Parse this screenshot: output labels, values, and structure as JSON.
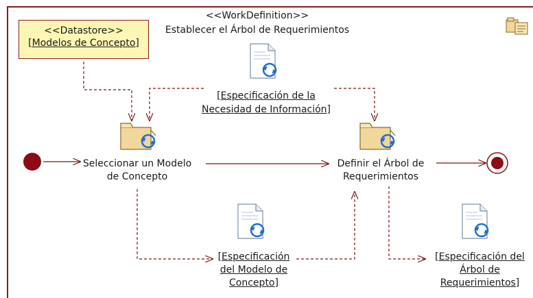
{
  "diagram": {
    "stereotype": "<<WorkDefinition>>",
    "title": "Establecer el Árbol de Requerimientos",
    "datastore": {
      "stereotype": "<<Datastore>>",
      "name": "[Modelos de Concepto]"
    },
    "activities": [
      {
        "label_line1": "Seleccionar un Modelo",
        "label_line2": "de Concepto"
      },
      {
        "label_line1": "Definir el Árbol de",
        "label_line2": "Requerimientos"
      }
    ],
    "artifacts": [
      {
        "line1": "[Especificación de la",
        "line2": "Necesidad de Información]"
      },
      {
        "line1": "[Especificación",
        "line2": "del Modelo de",
        "line3": "Concepto]"
      },
      {
        "line1": "[Especificación del",
        "line2": "Árbol de",
        "line3": "Requerimientos]"
      }
    ],
    "colors": {
      "line": "#7a1515",
      "node_fill": "#8b0c14",
      "datastore_fill": "#fdf6b4",
      "folder_fill": "#f2d79a",
      "cycle_icon": "#1e6fd0"
    }
  }
}
